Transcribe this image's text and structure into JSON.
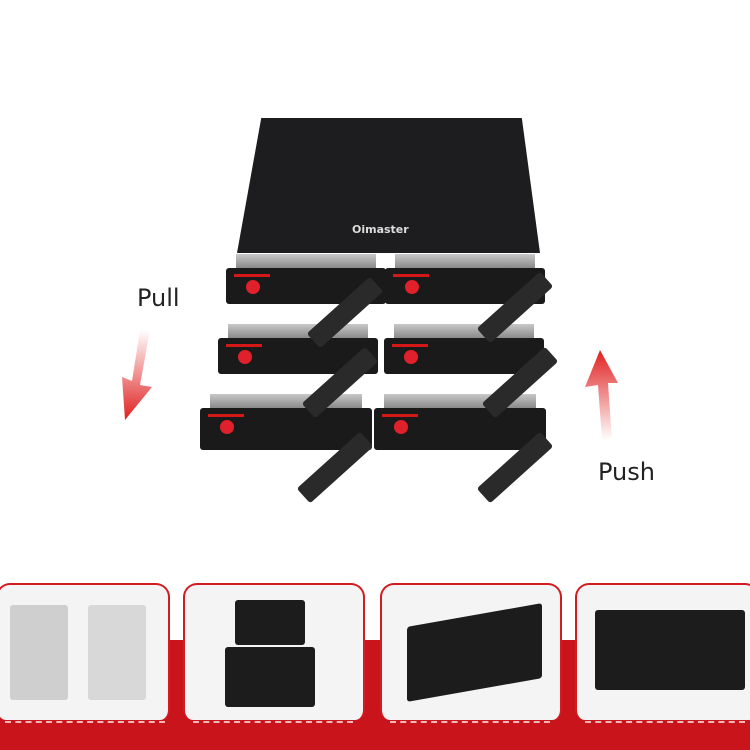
{
  "labels": {
    "pull": "Pull",
    "push": "Push"
  },
  "product": {
    "brand": "Oimaster",
    "tray_count": 6
  },
  "colors": {
    "accent_red": "#c8141a",
    "enclosure": "#1d1d1f"
  },
  "gallery": {
    "count": 4
  }
}
